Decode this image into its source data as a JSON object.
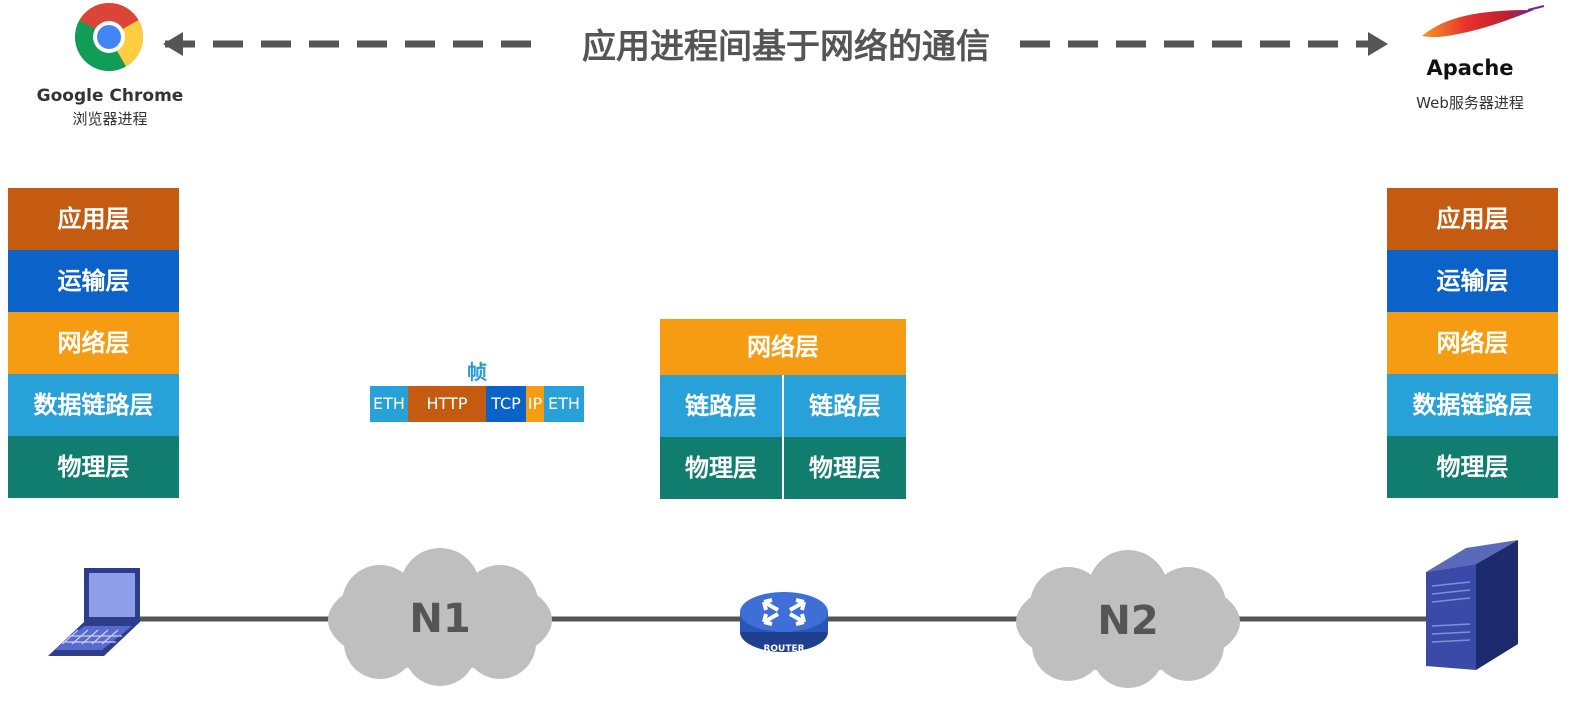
{
  "header": {
    "title": "应用进程间基于网络的通信",
    "left_app": {
      "name": "Google Chrome",
      "subtitle": "浏览器进程",
      "icon": "chrome-icon"
    },
    "right_app": {
      "name": "Apache",
      "subtitle": "Web服务器进程",
      "icon": "apache-feather-icon"
    }
  },
  "host_stack": {
    "layers": [
      "应用层",
      "运输层",
      "网络层",
      "数据链路层",
      "物理层"
    ]
  },
  "server_stack": {
    "layers": [
      "应用层",
      "运输层",
      "网络层",
      "数据链路层",
      "物理层"
    ]
  },
  "router_stack": {
    "network": "网络层",
    "link": [
      "链路层",
      "链路层"
    ],
    "physical": [
      "物理层",
      "物理层"
    ]
  },
  "frame": {
    "label": "帧",
    "segments": [
      "ETH",
      "HTTP",
      "TCP",
      "IP",
      "ETH"
    ]
  },
  "network": {
    "cloud_1": "N1",
    "cloud_2": "N2",
    "router_label": "ROUTER"
  },
  "colors": {
    "application": "#c55a11",
    "transport": "#0b63c9",
    "network": "#f59c12",
    "link": "#28a0d8",
    "physical": "#107d6e"
  }
}
